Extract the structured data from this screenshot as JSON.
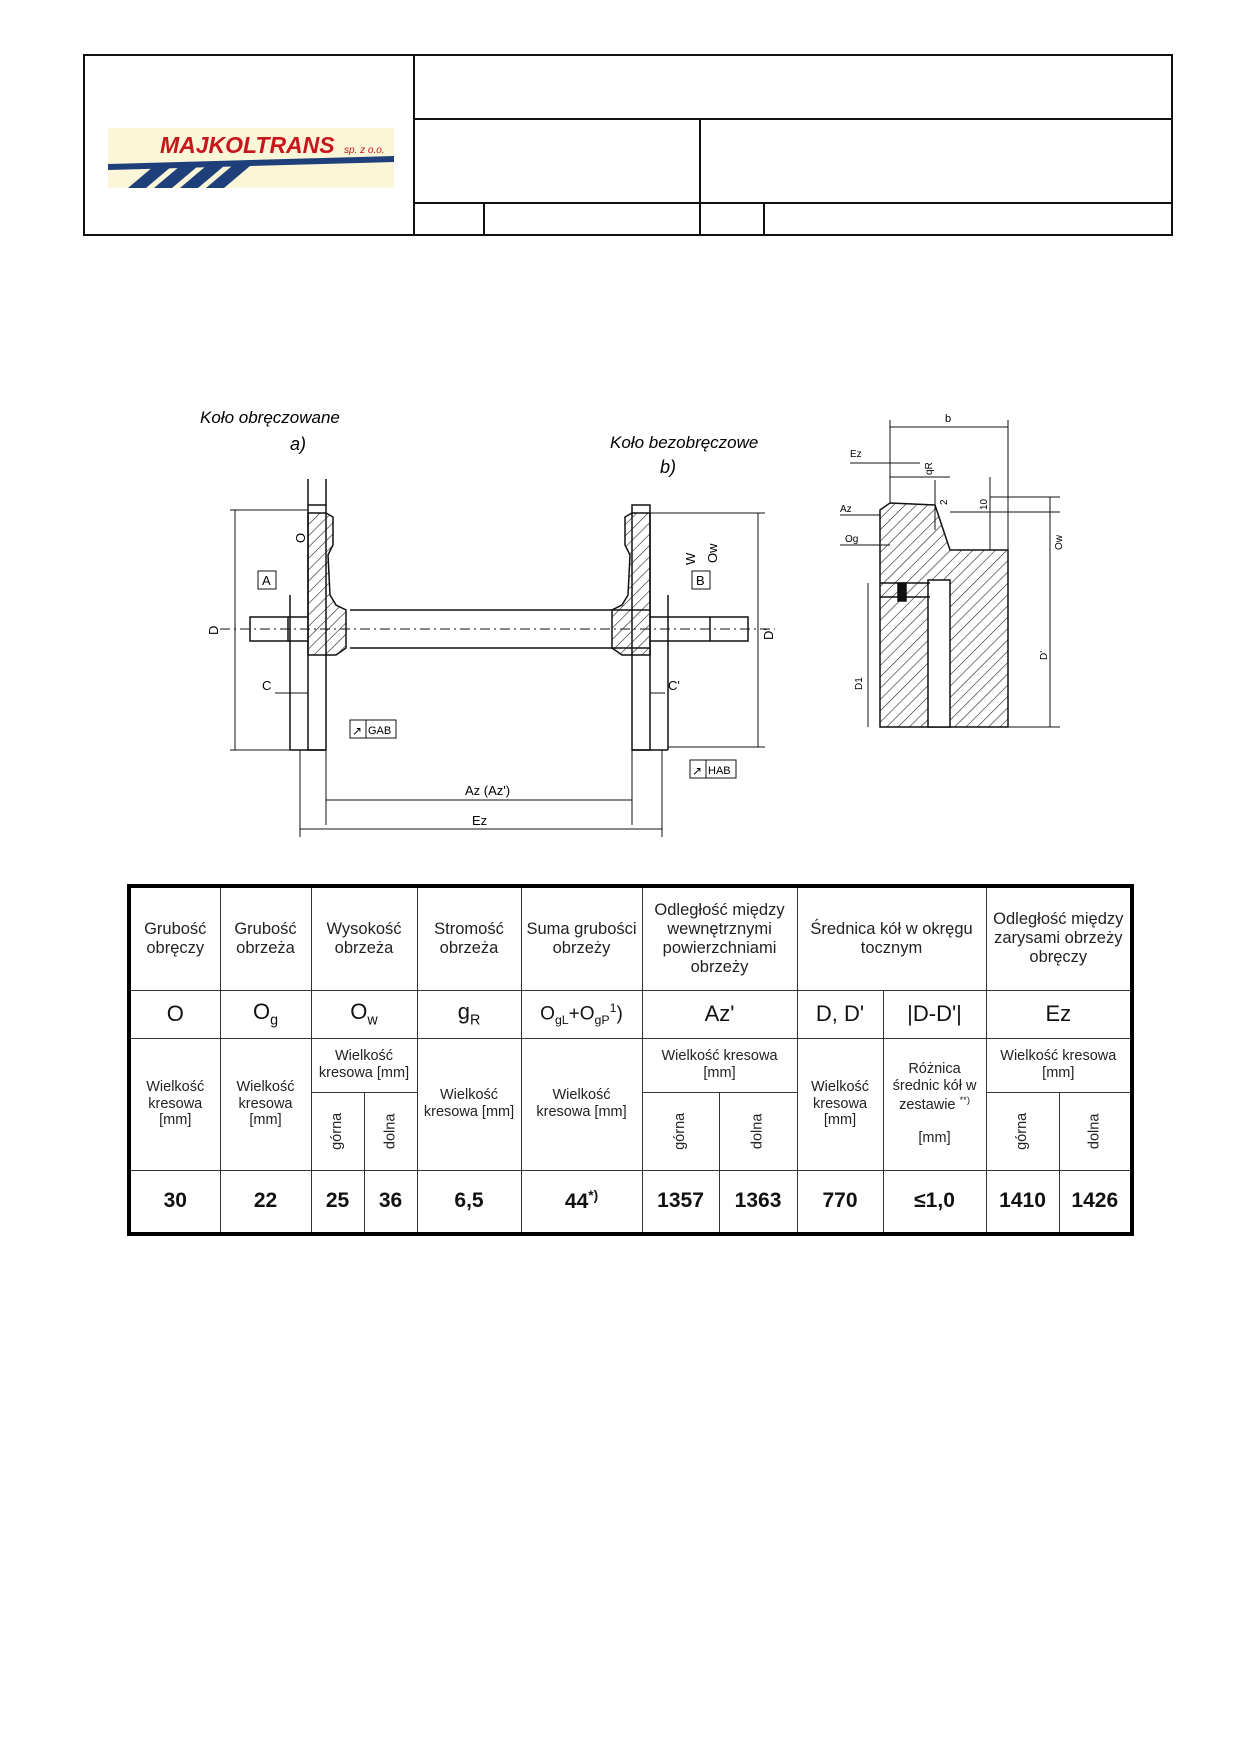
{
  "header": {
    "logo": {
      "brand": "MAJKOLTRANS",
      "suffix": "sp. z o.o."
    }
  },
  "drawing": {
    "label_a_title": "Koło obręczowane",
    "label_a": "a)",
    "label_b_title": "Koło bezobręczowe",
    "label_b": "b)",
    "dims": {
      "D": "D",
      "D_prime": "D'",
      "C": "C",
      "C_prime": "C'",
      "O": "O",
      "W": "W",
      "Ow": "Ow",
      "A": "A",
      "B": "B",
      "GAB": "GAB",
      "HAB": "HAB",
      "Az": "Az (Az')",
      "Ez": "Ez",
      "b": "b",
      "qR": "qR",
      "two": "2",
      "ten": "10",
      "Ez_detail": "Ez",
      "Az_detail": "Az",
      "Og_detail": "Og",
      "Ow_detail": "Ow",
      "D1": "D1",
      "D_detail": "D'"
    }
  },
  "table": {
    "header1": {
      "c1": "Grubość obręczy",
      "c2": "Grubość obrzeża",
      "c3": "Wysokość obrzeża",
      "c4": "Stromość obrzeża",
      "c5": "Suma grubości obrzeży",
      "c6": "Odległość między wewnętrznymi powierzchniami obrzeży",
      "c7": "Średnica kół w okręgu tocznym",
      "c8": "Odległość między zarysami obrzeży obręczy"
    },
    "header2": {
      "s1": "O",
      "s2_base": "O",
      "s2_sub": "g",
      "s3_base": "O",
      "s3_sub": "w",
      "s4_base": "g",
      "s4_sub": "R",
      "s5_a": "O",
      "s5_a_sub": "gL",
      "s5_mid": "+O",
      "s5_b_sub": "gP",
      "s5_sup": "1",
      "s5_end": ")",
      "s6": "Az'",
      "s7": "D, D'",
      "s8": "|D-D'|",
      "s9": "Ez"
    },
    "header3": {
      "wk": "Wielkość kresowa [mm]",
      "wk_ow": "Wielkość kresowa [mm]",
      "wk_az": "Wielkość kresowa [mm]",
      "wk_ez": "Wielkość kresowa [mm]",
      "roznica": "Różnica średnic kół w zestawie",
      "roznica_sup": "**)",
      "roznica_unit": "[mm]",
      "gorna": "górna",
      "dolna": "dolna"
    },
    "values": {
      "O": "30",
      "Og": "22",
      "Ow_g": "25",
      "Ow_d": "36",
      "gR": "6,5",
      "sum": "44",
      "sum_sup": "*)",
      "Az_g": "1357",
      "Az_d": "1363",
      "D": "770",
      "DD": "≤1,0",
      "Ez_g": "1410",
      "Ez_d": "1426"
    }
  }
}
